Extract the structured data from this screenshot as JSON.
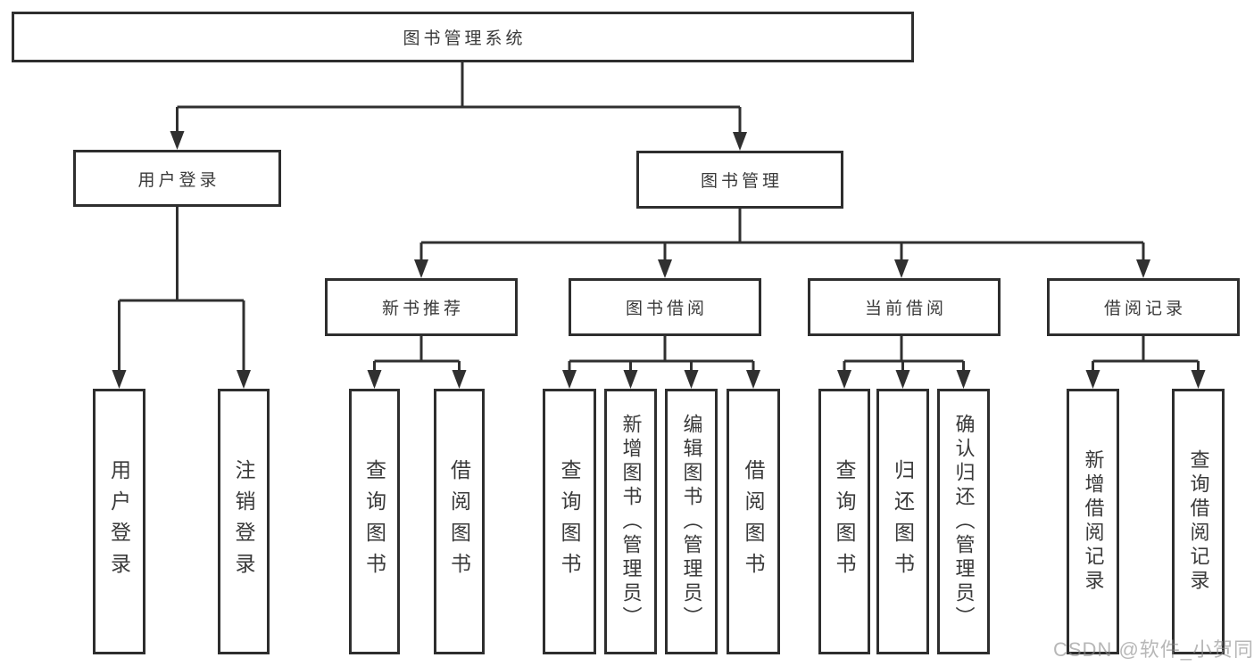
{
  "tree": {
    "root": {
      "label": "图书管理系统"
    },
    "children": [
      {
        "label": "用户登录",
        "children": [
          {
            "label": "用户登录"
          },
          {
            "label": "注销登录"
          }
        ]
      },
      {
        "label": "图书管理",
        "children": [
          {
            "label": "新书推荐",
            "children": [
              {
                "label": "查询图书"
              },
              {
                "label": "借阅图书"
              }
            ]
          },
          {
            "label": "图书借阅",
            "children": [
              {
                "label": "查询图书"
              },
              {
                "label": "新增图书（管理员）"
              },
              {
                "label": "编辑图书（管理员）"
              },
              {
                "label": "借阅图书"
              }
            ]
          },
          {
            "label": "当前借阅",
            "children": [
              {
                "label": "查询图书"
              },
              {
                "label": "归还图书"
              },
              {
                "label": "确认归还（管理员）"
              }
            ]
          },
          {
            "label": "借阅记录",
            "children": [
              {
                "label": "新增借阅记录"
              },
              {
                "label": "查询借阅记录"
              }
            ]
          }
        ]
      }
    ]
  },
  "watermark": {
    "text": "CSDN @软件_小贺同学"
  },
  "colors": {
    "line": "#303030",
    "box_border": "#2e2e2e",
    "box_fill": "#ffffff",
    "text": "#3a3a3a",
    "watermark": "#8c8c8c",
    "background": "#ffffff"
  }
}
